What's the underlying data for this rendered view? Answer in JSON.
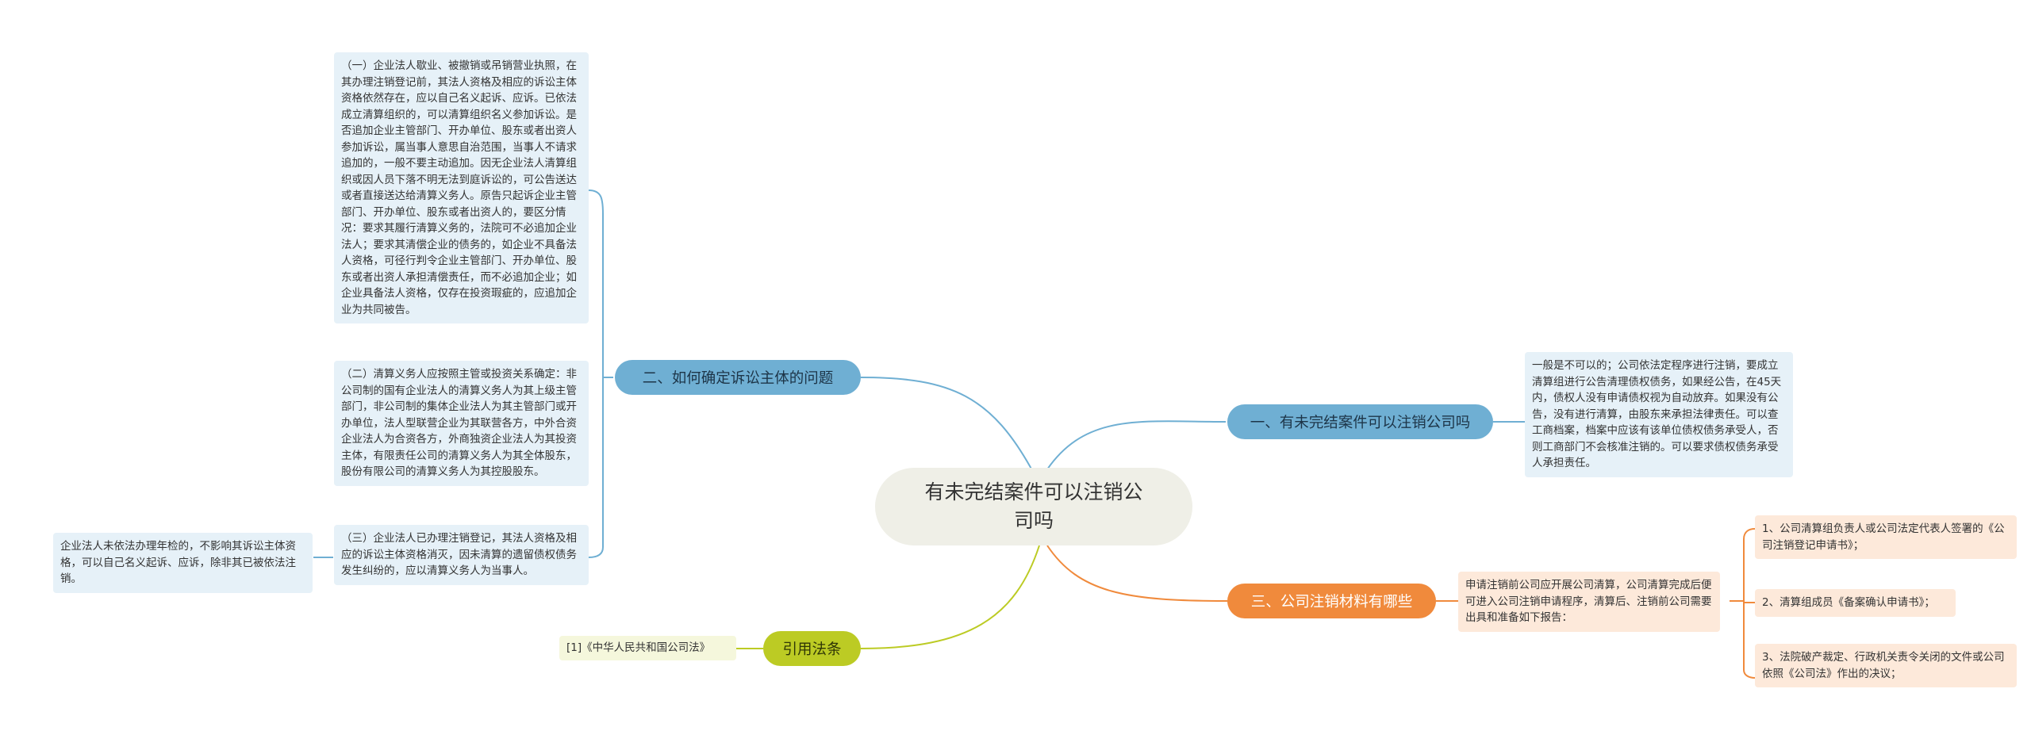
{
  "center": {
    "title": "有未完结案件可以注销公司吗"
  },
  "branches": {
    "q1": {
      "label": "一、有未完结案件可以注销公司吗",
      "text": "一般是不可以的；公司依法定程序进行注销，要成立清算组进行公告清理债权债务，如果经公告，在45天内，债权人没有申请债权视为自动放弃。如果没有公告，没有进行清算，由股东来承担法律责任。可以查工商档案，档案中应该有该单位债权债务承受人，否则工商部门不会核准注销的。可以要求债权债务承受人承担责任。"
    },
    "q2": {
      "label": "二、如何确定诉讼主体的问题",
      "items": [
        "（一）企业法人歇业、被撤销或吊销营业执照，在其办理注销登记前，其法人资格及相应的诉讼主体资格依然存在，应以自己名义起诉、应诉。已依法成立清算组织的，可以清算组织名义参加诉讼。是否追加企业主管部门、开办单位、股东或者出资人参加诉讼，属当事人意思自治范围，当事人不请求追加的，一般不要主动追加。因无企业法人清算组织或因人员下落不明无法到庭诉讼的，可公告送达或者直接送达给清算义务人。原告只起诉企业主管部门、开办单位、股东或者出资人的，要区分情况：要求其履行清算义务的，法院可不必追加企业法人；要求其清偿企业的债务的，如企业不具备法人资格，可径行判令企业主管部门、开办单位、股东或者出资人承担清偿责任，而不必追加企业；如企业具备法人资格，仅存在投资瑕疵的，应追加企业为共同被告。",
        "（二）清算义务人应按照主管或投资关系确定：非公司制的国有企业法人的清算义务人为其上级主管部门，非公司制的集体企业法人为其主管部门或开办单位，法人型联营企业为其联营各方，中外合资企业法人为合资各方，外商独资企业法人为其投资主体，有限责任公司的清算义务人为其全体股东，股份有限公司的清算义务人为其控股股东。",
        "（三）企业法人已办理注销登记，其法人资格及相应的诉讼主体资格消灭，因未清算的遗留债权债务发生纠纷的，应以清算义务人为当事人。"
      ],
      "sub_note": "企业法人未依法办理年检的，不影响其诉讼主体资格，可以自己名义起诉、应诉，除非其已被依法注销。"
    },
    "q3": {
      "label": "三、公司注销材料有哪些",
      "text": "申请注销前公司应开展公司清算，公司清算完成后便可进入公司注销申请程序，清算后、注销前公司需要出具和准备如下报告：",
      "items": [
        "1、公司清算组负责人或公司法定代表人签署的《公司注销登记申请书》；",
        "2、清算组成员《备案确认申请书》；",
        "3、法院破产裁定、行政机关责令关闭的文件或公司依照《公司法》作出的决议；"
      ]
    },
    "law": {
      "label": "引用法条",
      "items": [
        "[1]《中华人民共和国公司法》"
      ]
    }
  },
  "colors": {
    "blue_branch": "#6fafd3",
    "blue_leaf": "#e6f1f8",
    "orange_branch": "#f08a3c",
    "orange_leaf": "#fde9da",
    "green_branch": "#bccb24",
    "green_leaf": "#f5f7dc",
    "center": "#efefe7"
  }
}
